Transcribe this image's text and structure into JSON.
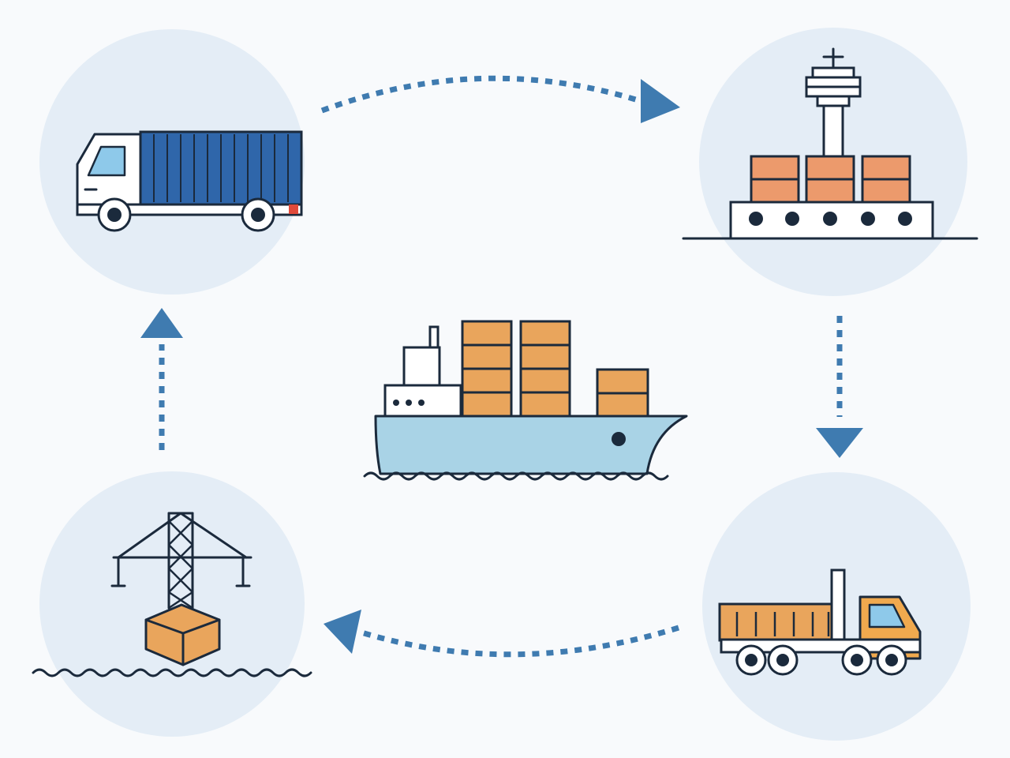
{
  "colors": {
    "background": "#f8fafc",
    "node_circle": "#e4edf6",
    "outline": "#1b2a3c",
    "arrow": "#3f7bb0",
    "container_blue": "#2f66aa",
    "cargo_orange": "#ec9a6c",
    "crate_orange": "#e9a55c",
    "truck_cab_orange": "#f0a94e",
    "hull_blue": "#a9d3e6",
    "window_blue": "#8ec9ea",
    "taillight_red": "#e04a3a"
  },
  "nodes": [
    {
      "id": "truck",
      "icon": "container-truck-icon"
    },
    {
      "id": "port",
      "icon": "port-terminal-icon"
    },
    {
      "id": "delivery",
      "icon": "delivery-truck-icon"
    },
    {
      "id": "crane",
      "icon": "harbor-crane-icon"
    }
  ],
  "center": {
    "icon": "cargo-ship-icon"
  },
  "flow": [
    {
      "from": "truck",
      "to": "port",
      "style": "dashed"
    },
    {
      "from": "port",
      "to": "delivery",
      "style": "dashed"
    },
    {
      "from": "delivery",
      "to": "crane",
      "style": "dashed"
    },
    {
      "from": "crane",
      "to": "truck",
      "style": "dashed"
    }
  ]
}
